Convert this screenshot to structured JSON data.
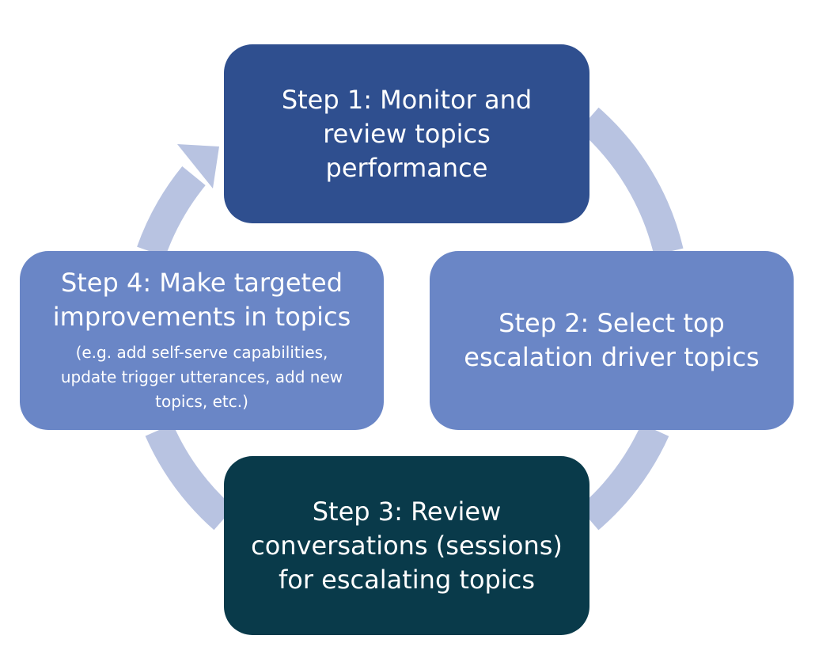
{
  "colors": {
    "ring": "#b8c3e1",
    "step_1_fill": "#2f4f8f",
    "step_2_fill": "#6a86c6",
    "step_3_fill": "#093a4a",
    "step_4_fill": "#6a86c6",
    "text": "#ffffff"
  },
  "steps": [
    {
      "title": "Step 1: Monitor and\nreview topics\nperformance"
    },
    {
      "title": "Step 2: Select top\nescalation driver topics"
    },
    {
      "title": "Step 3: Review\nconversations (sessions)\nfor escalating topics"
    },
    {
      "title": "Step 4: Make targeted\nimprovements in topics",
      "note": "(e.g. add self-serve capabilities,\nupdate trigger utterances, add new\ntopics, etc.)"
    }
  ]
}
